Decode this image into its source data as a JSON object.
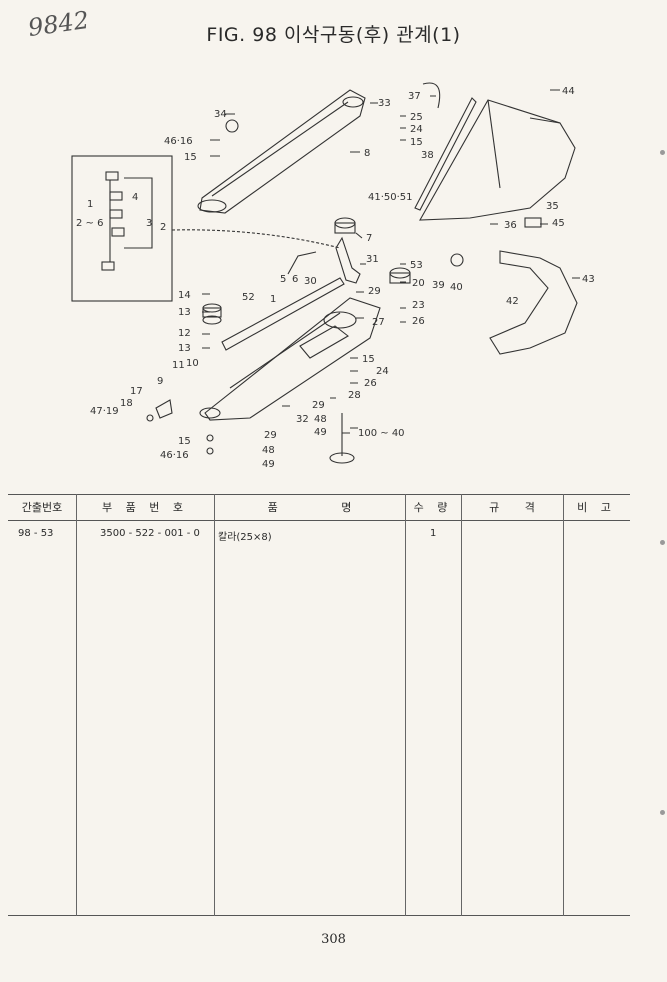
{
  "handwritten": "9842",
  "title": "FIG. 98 이삭구동(후) 관계(1)",
  "diagram_labels": {
    "l33": "33",
    "l34": "34",
    "l46_16a": "46·16",
    "l15a": "15",
    "l8": "8",
    "l37": "37",
    "l25": "25",
    "l24a": "24",
    "l15b": "15",
    "l38": "38",
    "l44": "44",
    "l35": "35",
    "l45": "45",
    "l36": "36",
    "l41_50_51": "41·50·51",
    "l1": "1",
    "l2_6": "2 ~ 6",
    "l4": "4",
    "l3": "3",
    "l2": "2",
    "l7": "7",
    "l53": "53",
    "l39": "39",
    "l40": "40",
    "l20": "20",
    "l31": "31",
    "l5": "5",
    "l6": "6",
    "l30": "30",
    "l29a": "29",
    "l23": "23",
    "l43": "43",
    "l42": "42",
    "l14": "14",
    "l13a": "13",
    "l52": "52",
    "l1b": "1",
    "l27": "27",
    "l26a": "26",
    "l12": "12",
    "l13b": "13",
    "l15c": "15",
    "l24b": "24",
    "l26b": "26",
    "l11": "11",
    "l10": "10",
    "l9": "9",
    "l17": "17",
    "l47_19_18": "47·19",
    "l18": "18",
    "l28": "28",
    "l29b": "29",
    "l32": "32",
    "l48a": "48",
    "l49a": "49",
    "l100_40": "100 ~ 40",
    "l15d": "15",
    "l46_16b": "46·16",
    "l29c": "29",
    "l48b": "48",
    "l49b": "49"
  },
  "table": {
    "headers": [
      "간출번호",
      "부 품 번 호",
      "품 명",
      "수 량",
      "규 격",
      "비 고"
    ],
    "rows": [
      {
        "ref": "98 - 53",
        "part_no": "3500 - 522 - 001 - 0",
        "name": "칼라(25×8)",
        "qty": "1",
        "spec": "",
        "note": ""
      }
    ]
  },
  "page_number": "308"
}
